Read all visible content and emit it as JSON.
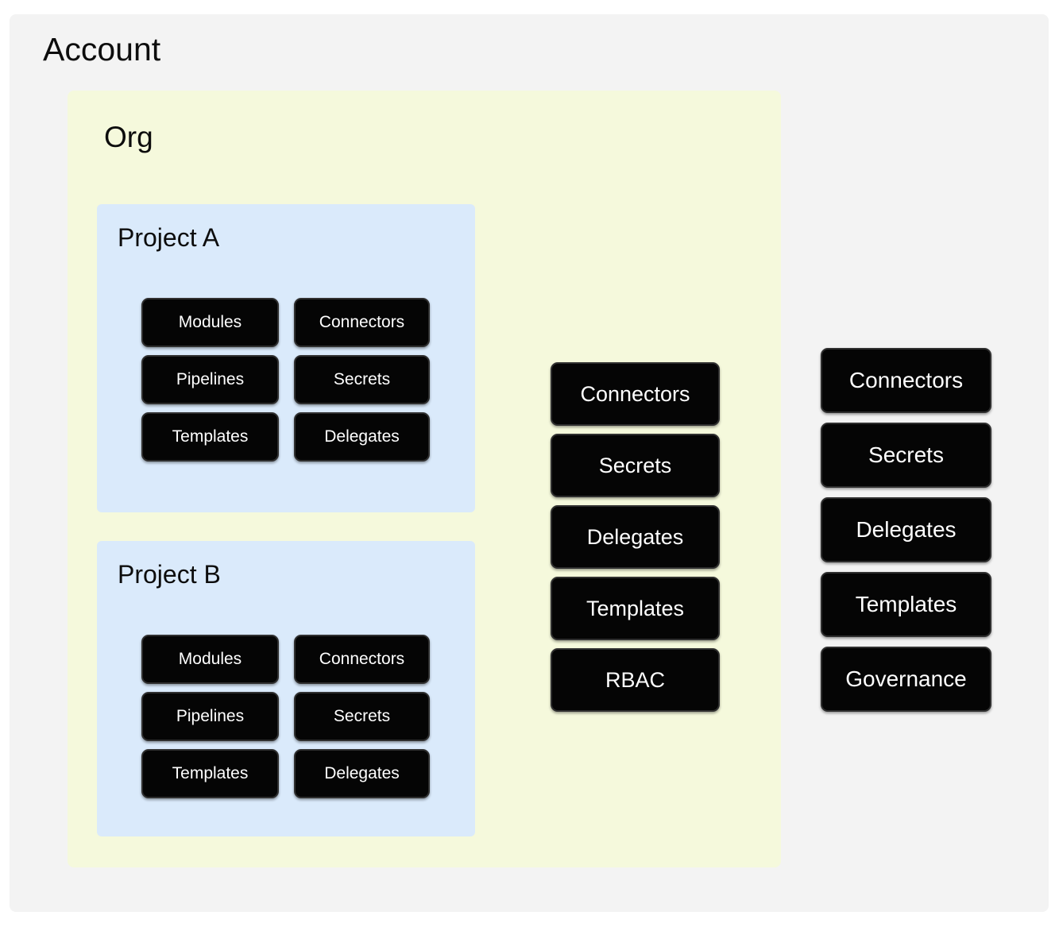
{
  "diagram": {
    "type": "nested-scope-diagram",
    "background_color": "#ffffff",
    "scopes": {
      "account": {
        "title": "Account",
        "color": "#f3f3f3"
      },
      "org": {
        "title": "Org",
        "color": "#f5f9dc"
      },
      "project_a": {
        "title": "Project A",
        "color": "#daeafb"
      },
      "project_b": {
        "title": "Project B",
        "color": "#daeafb"
      }
    },
    "node_style": {
      "fill": "#050505",
      "text_color": "#ffffff",
      "border_color": "#2f2f2f"
    },
    "project_a_nodes": [
      "Modules",
      "Connectors",
      "Pipelines",
      "Secrets",
      "Templates",
      "Delegates"
    ],
    "project_b_nodes": [
      "Modules",
      "Connectors",
      "Pipelines",
      "Secrets",
      "Templates",
      "Delegates"
    ],
    "org_level_nodes": [
      "Connectors",
      "Secrets",
      "Delegates",
      "Templates",
      "RBAC"
    ],
    "account_level_nodes": [
      "Connectors",
      "Secrets",
      "Delegates",
      "Templates",
      "Governance"
    ]
  }
}
